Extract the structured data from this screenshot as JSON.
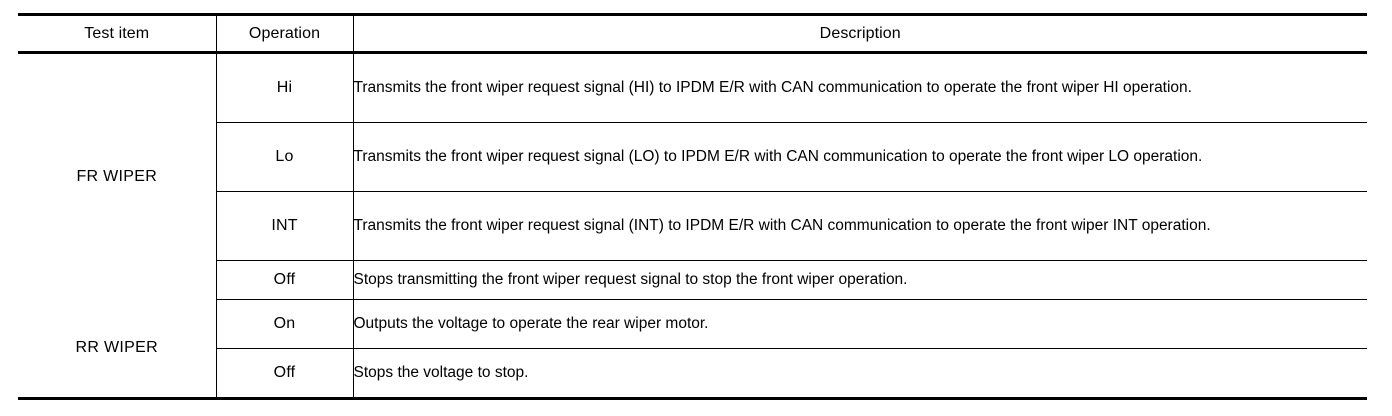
{
  "table": {
    "columns": [
      {
        "key": "test_item",
        "label": "Test item"
      },
      {
        "key": "operation",
        "label": "Operation"
      },
      {
        "key": "description",
        "label": "Description"
      }
    ],
    "groups": [
      {
        "test_item": "FR WIPER",
        "rows": [
          {
            "operation": "Hi",
            "description": "Transmits the front wiper request signal (HI) to IPDM E/R with CAN communication to operate the front wiper HI operation."
          },
          {
            "operation": "Lo",
            "description": "Transmits the front wiper request signal (LO) to IPDM E/R with CAN communication to operate the front wiper LO operation."
          },
          {
            "operation": "INT",
            "description": "Transmits the front wiper request signal (INT) to IPDM E/R with CAN communication to operate the front wiper INT operation."
          },
          {
            "operation": "Off",
            "description": "Stops transmitting the front wiper request signal to stop the front wiper operation."
          }
        ]
      },
      {
        "test_item": "RR WIPER",
        "rows": [
          {
            "operation": "On",
            "description": "Outputs the voltage to operate the rear wiper motor."
          },
          {
            "operation": "Off",
            "description": "Stops the voltage to stop."
          }
        ]
      }
    ]
  },
  "style": {
    "text_color": "#000000",
    "rule_color": "#000000",
    "background": "#ffffff"
  }
}
